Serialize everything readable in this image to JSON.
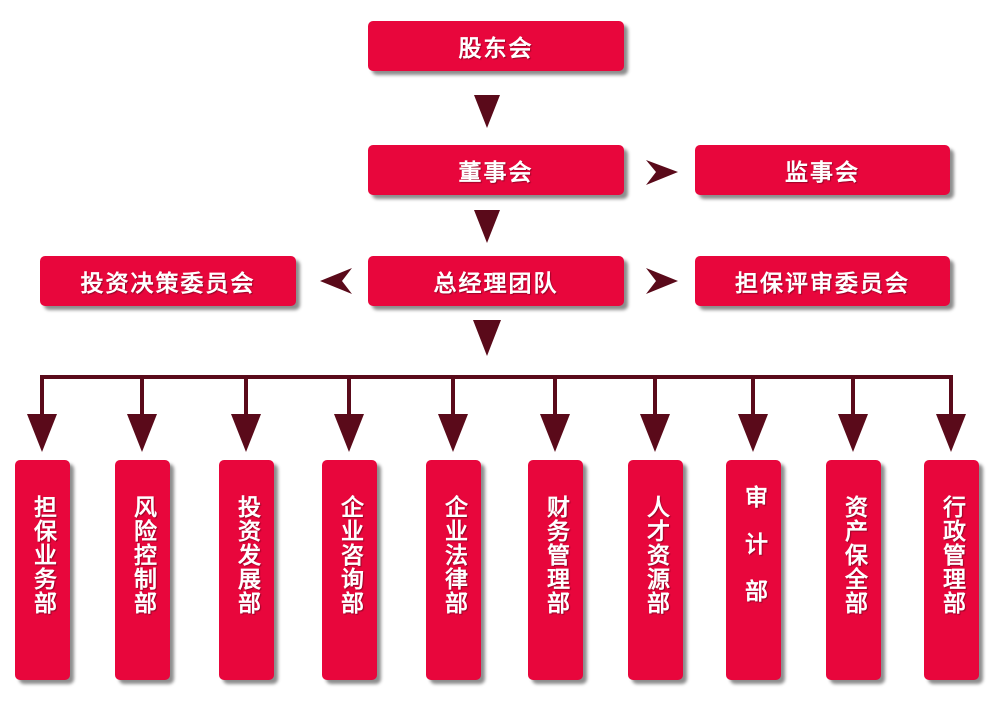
{
  "top": {
    "shareholders": "股东会",
    "board": "董事会",
    "supervisors": "监事会",
    "management": "总经理团队",
    "investment_committee": "投资决策委员会",
    "guarantee_committee": "担保评审委员会"
  },
  "departments": [
    "担保业务部",
    "风险控制部",
    "投资发展部",
    "企业咨询部",
    "企业法律部",
    "财务管理部",
    "人才资源部",
    "审计部",
    "资产保全部",
    "行政管理部"
  ],
  "colors": {
    "box": "#e8063c",
    "arrow": "#5a0a1a",
    "text": "#ffffff"
  }
}
